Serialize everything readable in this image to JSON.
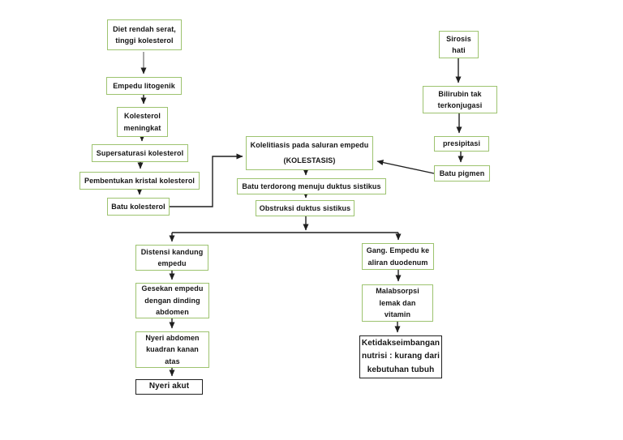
{
  "diagram": {
    "colors": {
      "green_border": "#9dc36f",
      "black_border": "#1f1f1f",
      "arrow": "#1f1f1f",
      "arrow_gray": "#838383",
      "text": "#151515",
      "bg": "#ffffff"
    },
    "nodes": {
      "diet": {
        "lines": [
          "Diet rendah serat,",
          "tinggi kolesterol"
        ]
      },
      "empedu_litogenik": {
        "lines": [
          "Empedu litogenik"
        ]
      },
      "kolesterol_meningkat": {
        "lines": [
          "Kolesterol",
          "meningkat"
        ]
      },
      "supersaturasi": {
        "lines": [
          "Supersaturasi kolesterol"
        ]
      },
      "pembentukan": {
        "lines": [
          "Pembentukan kristal kolesterol"
        ]
      },
      "batu_kolesterol": {
        "lines": [
          "Batu kolesterol"
        ]
      },
      "kolelitiasis": {
        "lines": [
          "Kolelitiasis pada saluran empedu",
          "(KOLESTASIS)"
        ]
      },
      "batu_terdorong": {
        "lines": [
          "Batu terdorong menuju duktus sistikus"
        ]
      },
      "obstruksi": {
        "lines": [
          "Obstruksi duktus sistikus"
        ]
      },
      "sirosis": {
        "lines": [
          "Sirosis",
          "hati"
        ]
      },
      "bilirubin": {
        "lines": [
          "Bilirubin tak",
          "terkonjugasi"
        ]
      },
      "presipitasi": {
        "lines": [
          "presipitasi"
        ]
      },
      "batu_pigmen": {
        "lines": [
          "Batu pigmen"
        ]
      },
      "distensi": {
        "lines": [
          "Distensi kandung",
          "empedu"
        ]
      },
      "gesekan": {
        "lines": [
          "Gesekan empedu",
          "dengan dinding",
          "abdomen"
        ]
      },
      "nyeri_abdomen": {
        "lines": [
          "Nyeri abdomen",
          "kuadran kanan",
          "atas"
        ]
      },
      "nyeri_akut": {
        "lines": [
          "Nyeri akut"
        ]
      },
      "gang_empedu": {
        "lines": [
          "Gang. Empedu ke",
          "aliran duodenum"
        ]
      },
      "malabsorpsi": {
        "lines": [
          "Malabsorpsi",
          "lemak dan",
          "vitamin"
        ]
      },
      "ketidakseimbangan": {
        "lines": [
          "Ketidakseimbangan",
          "nutrisi : kurang dari",
          "kebutuhan tubuh"
        ]
      }
    },
    "edges": [
      {
        "from": "diet",
        "to": "empedu_litogenik"
      },
      {
        "from": "empedu_litogenik",
        "to": "kolesterol_meningkat"
      },
      {
        "from": "kolesterol_meningkat",
        "to": "supersaturasi"
      },
      {
        "from": "supersaturasi",
        "to": "pembentukan"
      },
      {
        "from": "pembentukan",
        "to": "batu_kolesterol"
      },
      {
        "from": "batu_kolesterol",
        "to": "kolelitiasis"
      },
      {
        "from": "sirosis",
        "to": "bilirubin"
      },
      {
        "from": "bilirubin",
        "to": "presipitasi"
      },
      {
        "from": "presipitasi",
        "to": "batu_pigmen"
      },
      {
        "from": "batu_pigmen",
        "to": "kolelitiasis"
      },
      {
        "from": "kolelitiasis",
        "to": "batu_terdorong"
      },
      {
        "from": "batu_terdorong",
        "to": "obstruksi"
      },
      {
        "from": "obstruksi",
        "to": "distensi"
      },
      {
        "from": "obstruksi",
        "to": "gang_empedu"
      },
      {
        "from": "distensi",
        "to": "gesekan"
      },
      {
        "from": "gesekan",
        "to": "nyeri_abdomen"
      },
      {
        "from": "nyeri_abdomen",
        "to": "nyeri_akut"
      },
      {
        "from": "gang_empedu",
        "to": "malabsorpsi"
      },
      {
        "from": "malabsorpsi",
        "to": "ketidakseimbangan"
      }
    ]
  }
}
